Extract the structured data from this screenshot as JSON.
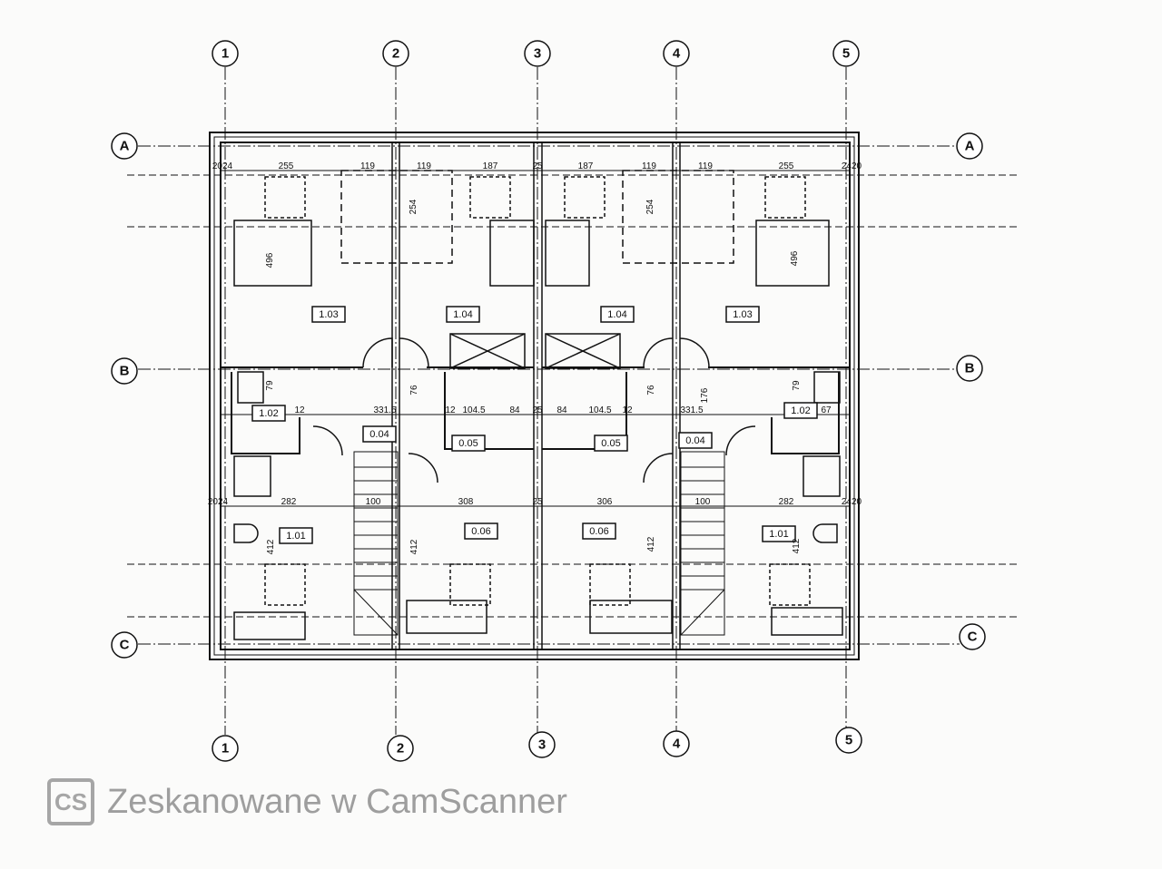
{
  "grid_axes": {
    "columns": [
      "1",
      "2",
      "3",
      "4",
      "5"
    ],
    "rows": [
      "A",
      "B",
      "C"
    ]
  },
  "rooms": {
    "upper": [
      "1.03",
      "1.04",
      "1.04",
      "1.03"
    ],
    "middle": [
      "1.02",
      "0.04",
      "0.05",
      "0.05",
      "0.04",
      "1.02"
    ],
    "lower": [
      "1.01",
      "0.06",
      "0.06",
      "1.01"
    ]
  },
  "dimensions": {
    "top_row": [
      "2024",
      "255",
      "119",
      "119",
      "187",
      "25",
      "187",
      "119",
      "119",
      "255",
      "2420"
    ],
    "middle_row": [
      "12",
      "331.5",
      "12",
      "104.5",
      "84",
      "25",
      "84",
      "104.5",
      "12",
      "331.5",
      "67"
    ],
    "lower_row": [
      "2024",
      "282",
      "100",
      "308",
      "25",
      "306",
      "100",
      "282",
      "2420"
    ],
    "vertical": [
      "496",
      "254",
      "254",
      "496",
      "79",
      "79",
      "76",
      "76",
      "176",
      "412",
      "412",
      "412",
      "412"
    ]
  },
  "watermark": {
    "logo": "CS",
    "text": "Zeskanowane w CamScanner"
  }
}
